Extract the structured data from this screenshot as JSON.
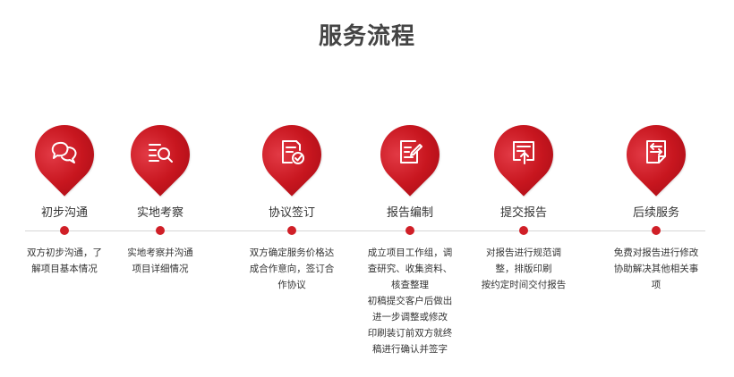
{
  "title": "服务流程",
  "accent_color": "#d01f27",
  "steps": [
    {
      "label": "初步沟通",
      "icon": "chat-bubbles-icon",
      "description": [
        "双方初步沟通，了",
        "解项目基本情况"
      ]
    },
    {
      "label": "实地考察",
      "icon": "search-list-icon",
      "description": [
        "实地考察并沟通",
        "项目详细情况"
      ]
    },
    {
      "label": "协议签订",
      "icon": "signed-document-icon",
      "description": [
        "双方确定服务价格达",
        "成合作意向，签订合",
        "作协议"
      ]
    },
    {
      "label": "报告编制",
      "icon": "edit-document-icon",
      "description": [
        "成立项目工作组，调",
        "查研究、收集资料、",
        "核查整理",
        "初稿提交客户后做出",
        "进一步调整或修改",
        "印刷装订前双方就终",
        "稿进行确认并签字"
      ]
    },
    {
      "label": "提交报告",
      "icon": "upload-document-icon",
      "description": [
        "对报告进行规范调",
        "整，排版印刷",
        "按约定时间交付报告"
      ]
    },
    {
      "label": "后续服务",
      "icon": "revise-document-icon",
      "description": [
        "免费对报告进行修改",
        "协助解决其他相关事",
        "项"
      ]
    }
  ]
}
